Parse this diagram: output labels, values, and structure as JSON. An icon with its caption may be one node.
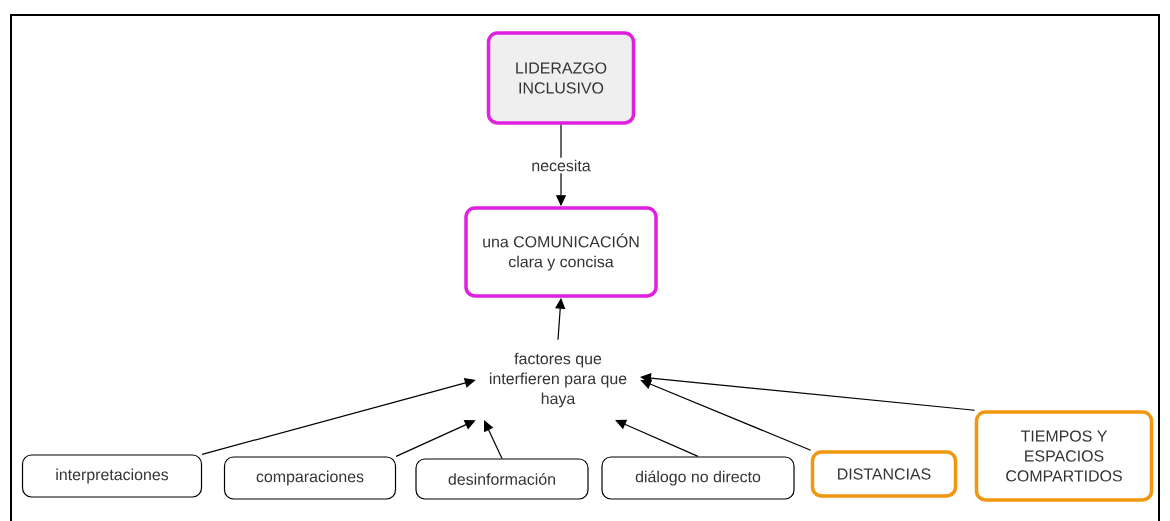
{
  "diagram": {
    "nodes": [
      {
        "text": [
          "LIDERAZGO INCLUSIVO"
        ]
      },
      {
        "text": [
          "una COMUNICACIÓN clara y concisa"
        ]
      },
      {
        "text": [
          "factores que interfieren para que haya"
        ]
      },
      {
        "text": [
          "interpretaciones"
        ]
      },
      {
        "text": [
          "comparaciones"
        ]
      },
      {
        "text": [
          "desinformación"
        ]
      },
      {
        "text": [
          "diálogo no directo"
        ]
      },
      {
        "text": [
          "DISTANCIAS"
        ]
      },
      {
        "text": [
          "TIEMPOS Y ESPACIOS COMPARTIDOS"
        ]
      }
    ],
    "edges": [
      {
        "from": 0,
        "to": 1,
        "arrow": "to",
        "label": "necesita"
      },
      {
        "from": 2,
        "to": 1,
        "arrow": "to"
      },
      {
        "from": 3,
        "to": 2,
        "arrow": "to"
      },
      {
        "from": 4,
        "to": 2,
        "arrow": "to"
      },
      {
        "from": 5,
        "to": 2,
        "arrow": "to"
      },
      {
        "from": 6,
        "to": 2,
        "arrow": "to"
      },
      {
        "from": 7,
        "to": 2,
        "arrow": "to"
      },
      {
        "from": 8,
        "to": 2,
        "arrow": "to"
      }
    ]
  }
}
